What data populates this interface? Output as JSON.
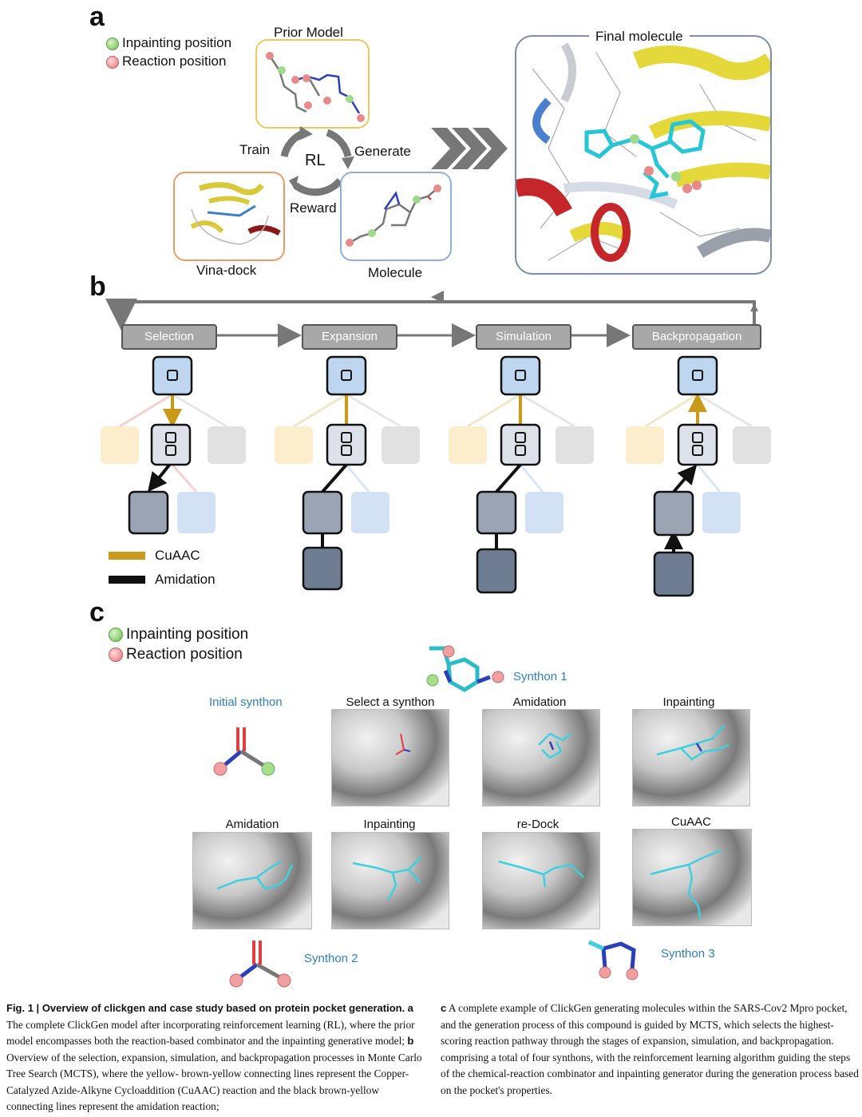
{
  "panels": {
    "a": "a",
    "b": "b",
    "c": "c"
  },
  "panel_a": {
    "legend": {
      "inpainting": "Inpainting position",
      "reaction": "Reaction position"
    },
    "prior_model": "Prior Model",
    "rl": "RL",
    "train": "Train",
    "generate": "Generate",
    "reward": "Reward",
    "vina_dock": "Vina-dock",
    "molecule": "Molecule",
    "final_molecule": "Final molecule"
  },
  "panel_b": {
    "stages": [
      "Selection",
      "Expansion",
      "Simulation",
      "Backpropagation"
    ],
    "legend": {
      "cuaac": "CuAAC",
      "amidation": "Amidation"
    }
  },
  "panel_c": {
    "legend": {
      "inpainting": "Inpainting position",
      "reaction": "Reaction position"
    },
    "initial_synthon": "Initial synthon",
    "synthon1": "Synthon 1",
    "synthon2": "Synthon 2",
    "synthon3": "Synthon 3",
    "steps_row1": [
      "Select a synthon",
      "Amidation",
      "Inpainting"
    ],
    "steps_row2": [
      "Amidation",
      "Inpainting",
      "re-Dock",
      "CuAAC"
    ]
  },
  "caption": {
    "fig_label": "Fig. 1 | ",
    "title": "Overview of clickgen and case study based on protein pocket generation.",
    "a_label": "a",
    "a_text": " The complete ClickGen model after incorporating reinforcement learning (RL), where the prior model encompasses both the reaction-based combinator and the inpainting generative model; ",
    "b_label": "b",
    "b_text": " Overview of the selection, expansion, simulation, and backpropagation processes in Monte Carlo Tree Search (MCTS), where the yellow- brown-yellow connecting lines represent the Copper-Catalyzed Azide-Alkyne Cycloaddition (CuAAC) reaction and the black brown-yellow connecting lines represent the amidation reaction; ",
    "c_label": "c",
    "c_text": " A complete example of ClickGen generating molecules within the SARS-Cov2 Mpro pocket, and the generation process of this compound is guided by MCTS, which selects the highest-scoring reaction pathway through the stages of expansion, simulation, and backpropagation. comprising a total of four synthons, with the reinforcement learning algorithm guiding the steps of the chemical-reaction combinator and inpainting generator during the generation process based on the pocket's properties."
  },
  "colors": {
    "cuaac": "#c99a1a",
    "amidation": "#111111",
    "synthon_label": "#2f7fc0"
  }
}
